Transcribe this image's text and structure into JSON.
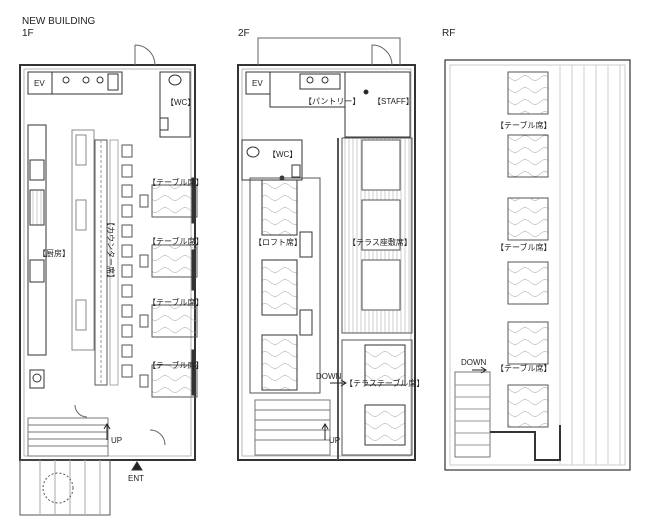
{
  "headings": {
    "building": "NEW BUILDING",
    "floor1": "1F",
    "floor2": "2F",
    "roof": "RF"
  },
  "floor1": {
    "ev": "EV",
    "wc": "【WC】",
    "kitchen": "【厨房】",
    "counter": "【カウンター席】",
    "table1": "【テーブル席】",
    "table2": "【テーブル席】",
    "table3": "【テーブル席】",
    "table4": "【テーブル席】",
    "up": "UP",
    "entrance": "ENT"
  },
  "floor2": {
    "ev": "EV",
    "pantry": "【パントリー】",
    "staff": "【STAFF】",
    "wc": "【WC】",
    "loft": "【ロフト席】",
    "terrace_zashiki": "【テラス座敷席】",
    "down": "DOWN",
    "terrace_table": "【テラステーブル席】",
    "up": "UP"
  },
  "roof": {
    "table1": "【テーブル席】",
    "table2": "【テーブル席】",
    "table3": "【テーブル席】",
    "down": "DOWN"
  }
}
